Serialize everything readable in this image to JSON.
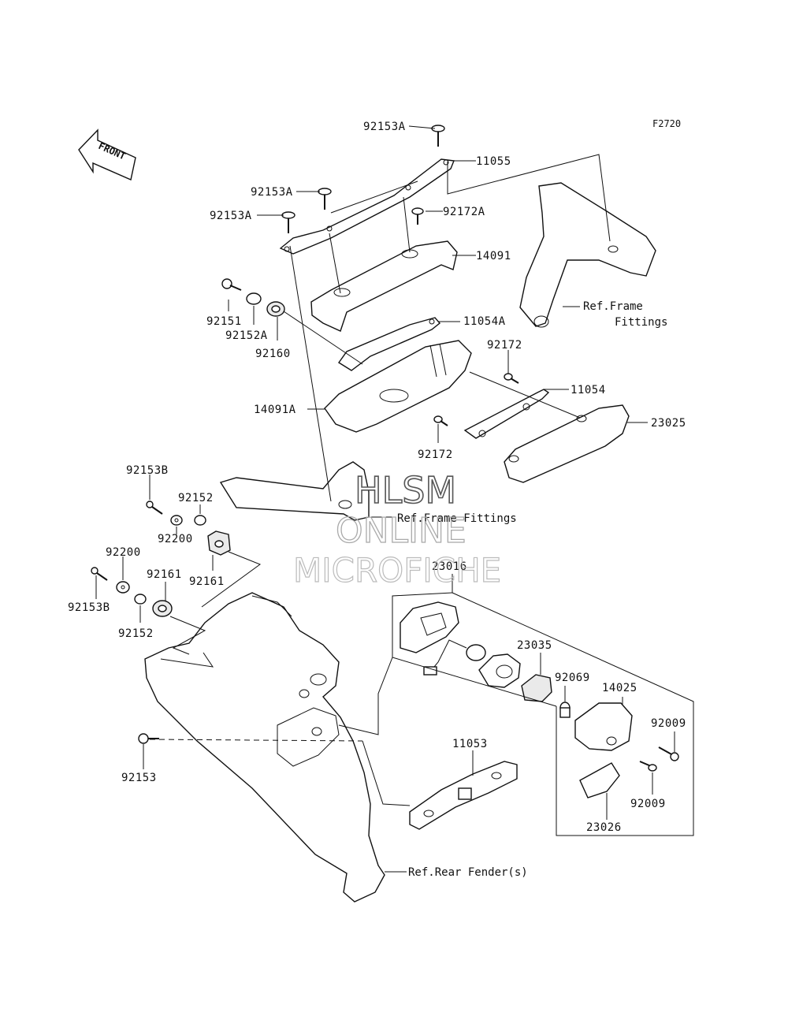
{
  "figure_code": "F2720",
  "front_arrow_label": "FRONT",
  "callouts": {
    "c92153A_top": "92153A",
    "c11055": "11055",
    "c92153A_mid": "92153A",
    "c92153A_left": "92153A",
    "c92172A": "92172A",
    "c14091": "14091",
    "c92151": "92151",
    "c92152A": "92152A",
    "c92160": "92160",
    "c11054A": "11054A",
    "c14091A": "14091A",
    "c92172_top": "92172",
    "c11054": "11054",
    "c23025": "23025",
    "c92172_bot": "92172",
    "c92153B_top": "92153B",
    "c92152_top": "92152",
    "c92200_right": "92200",
    "c92200_left": "92200",
    "c92161_left": "92161",
    "c92161_right": "92161",
    "c92153B_bot": "92153B",
    "c92152_bot": "92152",
    "c23016": "23016",
    "c23035": "23035",
    "c92069": "92069",
    "c14025": "14025",
    "c92009_top": "92009",
    "c92009_bot": "92009",
    "c11053": "11053",
    "c92153": "92153",
    "c23026": "23026"
  },
  "references": {
    "frame_fittings_right_1": "Ref.Frame",
    "frame_fittings_right_2": "Fittings",
    "frame_fittings_center": "Ref.Frame Fittings",
    "rear_fender": "Ref.Rear Fender(s)"
  },
  "watermark": {
    "line1": "HLSM",
    "line2": "ONLINE",
    "line3": "MICROFICHE"
  },
  "icons": [
    "front-arrow-icon"
  ]
}
